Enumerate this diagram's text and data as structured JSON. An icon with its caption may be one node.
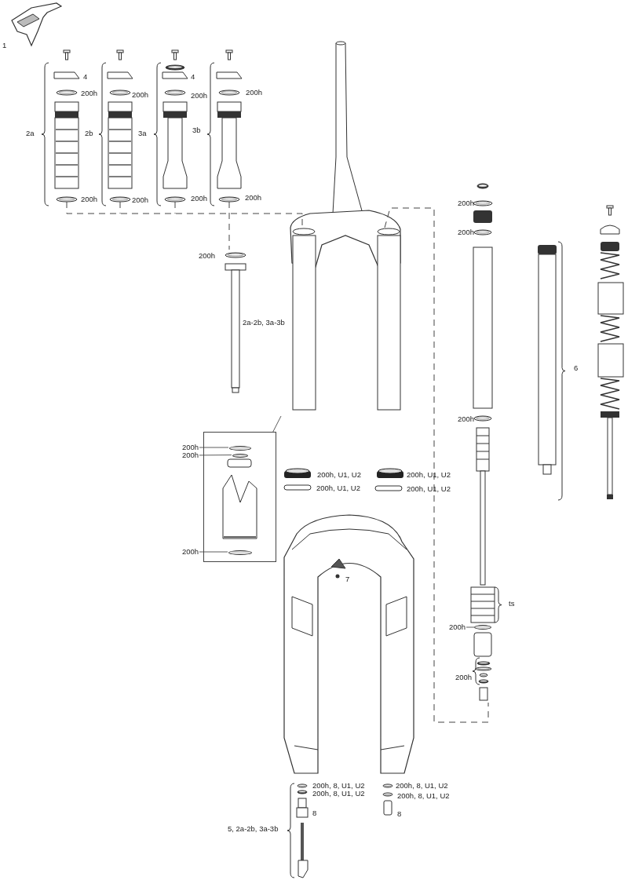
{
  "diagram": {
    "nodes": [
      {
        "text": [],
        "shape": "box"
      },
      {
        "text": [
          "200h"
        ]
      },
      {
        "text": [],
        "shape": "ring",
        "in": 0
      },
      {
        "text": [
          "200h"
        ]
      },
      {
        "text": [],
        "shape": "ring",
        "in": 0
      },
      {
        "text": [],
        "shape": "picture",
        "in": 0
      },
      {
        "text": [
          "200h"
        ]
      },
      {
        "text": [],
        "shape": "ring",
        "in": 0
      },
      {
        "text": [
          "200h"
        ]
      },
      {
        "text": [],
        "shape": "ring"
      }
    ],
    "edges": [
      {
        "from": 0,
        "to": null,
        "arrow": "none"
      },
      {
        "from": 1,
        "to": 2,
        "arrow": "none"
      },
      {
        "from": 3,
        "to": 4,
        "arrow": "none"
      },
      {
        "from": 6,
        "to": 7,
        "arrow": "none"
      },
      {
        "from": 8,
        "to": 9,
        "arrow": "none"
      }
    ],
    "labels": [
      "1",
      "4",
      "200h",
      "200h",
      "4",
      "200h",
      "200h",
      "2a",
      "2b",
      "3a",
      "3b",
      "200h",
      "200h",
      "200h",
      "200h",
      "200h",
      "200h",
      "200h",
      "2a-2b, 3a-3b",
      "6",
      "200h",
      "200h, U1, U2",
      "200h, U1, U2",
      "200h, U1, U2",
      "200h, U1, U2",
      "7",
      "ts",
      "200h",
      "200h, 8, U1, U2",
      "200h, 8, U1, U2",
      "200h, 8, U1, U2",
      "200h, 8, U1, U2",
      "8",
      "8",
      "5, 2a-2b, 3a-3b"
    ]
  }
}
